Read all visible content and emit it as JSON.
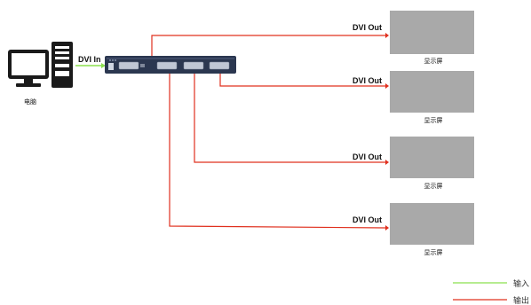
{
  "computer": {
    "label": "电脑"
  },
  "input": {
    "label": "DVI In"
  },
  "outputs": [
    {
      "label": "DVI Out",
      "screen_label": "显示屏"
    },
    {
      "label": "DVI Out",
      "screen_label": "显示屏"
    },
    {
      "label": "DVI Out",
      "screen_label": "显示屏"
    },
    {
      "label": "DVI Out",
      "screen_label": "显示屏"
    }
  ],
  "legend": [
    {
      "label": "输入",
      "color": "#8be04e"
    },
    {
      "label": "输出",
      "color": "#e0301e"
    }
  ],
  "colors": {
    "input_line": "#8be04e",
    "output_line": "#e0301e",
    "screen": "#a9a9a9",
    "device": "#2b3750"
  }
}
